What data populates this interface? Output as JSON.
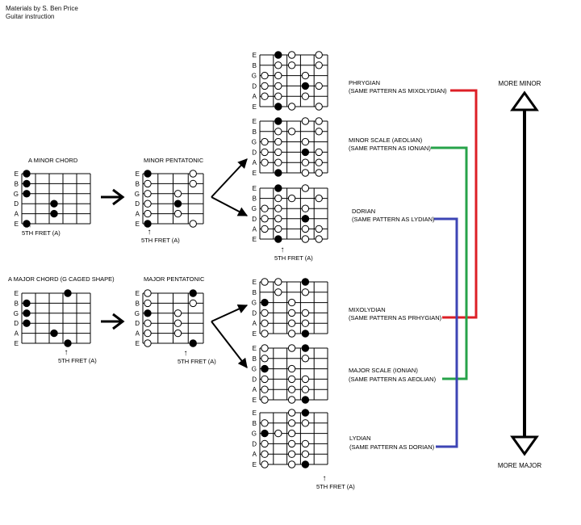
{
  "credits": [
    "Materials by S. Ben Price",
    "Guitar instruction"
  ],
  "string_names": [
    "E",
    "B",
    "G",
    "D",
    "A",
    "E"
  ],
  "diagrams": [
    {
      "id": "a-minor-chord",
      "title": "A MINOR CHORD",
      "fret_label": "5TH FRET (A)",
      "filled": [
        [
          0,
          0
        ],
        [
          1,
          0
        ],
        [
          2,
          0
        ],
        [
          3,
          2
        ],
        [
          4,
          2
        ],
        [
          5,
          0
        ]
      ],
      "open": []
    },
    {
      "id": "minor-pentatonic",
      "title": "MINOR PENTATONIC",
      "fret_label": "5TH FRET (A)",
      "filled": [
        [
          0,
          0
        ],
        [
          3,
          2
        ],
        [
          5,
          0
        ]
      ],
      "open": [
        [
          0,
          3
        ],
        [
          1,
          0
        ],
        [
          1,
          3
        ],
        [
          2,
          0
        ],
        [
          2,
          2
        ],
        [
          3,
          0
        ],
        [
          4,
          0
        ],
        [
          4,
          2
        ],
        [
          5,
          3
        ]
      ]
    },
    {
      "id": "phrygian",
      "title": "",
      "fret_label": "",
      "filled": [
        [
          0,
          1
        ],
        [
          3,
          3
        ],
        [
          5,
          1
        ]
      ],
      "open": [
        [
          0,
          2
        ],
        [
          0,
          4
        ],
        [
          1,
          1
        ],
        [
          1,
          2
        ],
        [
          1,
          4
        ],
        [
          2,
          0
        ],
        [
          2,
          1
        ],
        [
          2,
          3
        ],
        [
          3,
          0
        ],
        [
          3,
          1
        ],
        [
          3,
          4
        ],
        [
          4,
          0
        ],
        [
          4,
          1
        ],
        [
          4,
          3
        ],
        [
          5,
          2
        ],
        [
          5,
          4
        ]
      ]
    },
    {
      "id": "minor-scale",
      "title": "",
      "fret_label": "",
      "filled": [
        [
          0,
          1
        ],
        [
          3,
          3
        ],
        [
          5,
          1
        ]
      ],
      "open": [
        [
          0,
          3
        ],
        [
          0,
          4
        ],
        [
          1,
          1
        ],
        [
          1,
          2
        ],
        [
          1,
          4
        ],
        [
          2,
          0
        ],
        [
          2,
          1
        ],
        [
          2,
          3
        ],
        [
          3,
          0
        ],
        [
          3,
          1
        ],
        [
          3,
          4
        ],
        [
          4,
          0
        ],
        [
          4,
          1
        ],
        [
          4,
          3
        ],
        [
          4,
          4
        ],
        [
          5,
          3
        ],
        [
          5,
          4
        ]
      ]
    },
    {
      "id": "dorian",
      "title": "",
      "fret_label": "5TH FRET (A)",
      "filled": [
        [
          0,
          1
        ],
        [
          3,
          3
        ],
        [
          5,
          1
        ]
      ],
      "open": [
        [
          0,
          3
        ],
        [
          1,
          1
        ],
        [
          1,
          2
        ],
        [
          1,
          4
        ],
        [
          2,
          0
        ],
        [
          2,
          1
        ],
        [
          2,
          3
        ],
        [
          3,
          0
        ],
        [
          3,
          1
        ],
        [
          3,
          3
        ],
        [
          4,
          0
        ],
        [
          4,
          1
        ],
        [
          4,
          3
        ],
        [
          4,
          4
        ],
        [
          5,
          3
        ],
        [
          5,
          4
        ]
      ]
    },
    {
      "id": "a-major-chord",
      "title": "A MAJOR CHORD (G CAGED SHAPE)",
      "fret_label": "5TH FRET (A)",
      "filled": [
        [
          0,
          3
        ],
        [
          1,
          0
        ],
        [
          2,
          0
        ],
        [
          3,
          0
        ],
        [
          4,
          2
        ],
        [
          5,
          3
        ]
      ],
      "open": []
    },
    {
      "id": "major-pentatonic",
      "title": "MAJOR PENTATONIC",
      "fret_label": "5TH FRET (A)",
      "filled": [
        [
          0,
          3
        ],
        [
          2,
          0
        ],
        [
          5,
          3
        ]
      ],
      "open": [
        [
          0,
          0
        ],
        [
          1,
          0
        ],
        [
          1,
          3
        ],
        [
          2,
          2
        ],
        [
          3,
          0
        ],
        [
          3,
          2
        ],
        [
          4,
          0
        ],
        [
          4,
          2
        ],
        [
          5,
          0
        ]
      ]
    },
    {
      "id": "mixolydian",
      "title": "",
      "fret_label": "",
      "filled": [
        [
          0,
          3
        ],
        [
          2,
          0
        ],
        [
          5,
          3
        ]
      ],
      "open": [
        [
          0,
          0
        ],
        [
          0,
          1
        ],
        [
          1,
          1
        ],
        [
          1,
          3
        ],
        [
          2,
          2
        ],
        [
          3,
          0
        ],
        [
          3,
          2
        ],
        [
          3,
          3
        ],
        [
          4,
          0
        ],
        [
          4,
          2
        ],
        [
          4,
          3
        ],
        [
          5,
          0
        ],
        [
          5,
          2
        ]
      ]
    },
    {
      "id": "major-scale",
      "title": "",
      "fret_label": "",
      "filled": [
        [
          0,
          3
        ],
        [
          2,
          0
        ],
        [
          5,
          3
        ]
      ],
      "open": [
        [
          0,
          0
        ],
        [
          0,
          2
        ],
        [
          1,
          0
        ],
        [
          1,
          3
        ],
        [
          2,
          0
        ],
        [
          2,
          2
        ],
        [
          3,
          0
        ],
        [
          3,
          2
        ],
        [
          3,
          3
        ],
        [
          4,
          0
        ],
        [
          4,
          2
        ],
        [
          4,
          3
        ],
        [
          5,
          0
        ],
        [
          5,
          2
        ]
      ]
    },
    {
      "id": "lydian",
      "title": "",
      "fret_label": "5TH FRET (A)",
      "filled": [
        [
          0,
          3
        ],
        [
          2,
          0
        ],
        [
          5,
          3
        ]
      ],
      "open": [
        [
          0,
          2
        ],
        [
          1,
          0
        ],
        [
          1,
          2
        ],
        [
          1,
          3
        ],
        [
          2,
          1
        ],
        [
          2,
          2
        ],
        [
          3,
          0
        ],
        [
          3,
          2
        ],
        [
          3,
          3
        ],
        [
          4,
          0
        ],
        [
          4,
          2
        ],
        [
          4,
          3
        ],
        [
          5,
          0
        ],
        [
          5,
          2
        ]
      ]
    }
  ],
  "modes": [
    {
      "id": "phrygian",
      "name": "PHRYGIAN",
      "note": "(SAME PATTERN AS MIXOLYDIAN)",
      "color": "#dd1f26"
    },
    {
      "id": "minor-scale",
      "name": "MINOR SCALE (AEOLIAN)",
      "note": "(SAME PATTERN AS IONIAN)",
      "color": "#27a34a"
    },
    {
      "id": "dorian",
      "name": "DORIAN",
      "note": "(SAME PATTERN AS LYDIAN)",
      "color": "#3d45b5"
    },
    {
      "id": "mixolydian",
      "name": "MIXOLYDIAN",
      "note": "(SAME PATTERN AS PRHYGIAN)",
      "color": "#dd1f26"
    },
    {
      "id": "major-scale",
      "name": "MAJOR SCALE (IONIAN)",
      "note": "(SAME PATTERN AS AEOLIAN)",
      "color": "#27a34a"
    },
    {
      "id": "lydian",
      "name": "LYDIAN",
      "note": "(SAME PATTERN AS DORIAN)",
      "color": "#3d45b5"
    }
  ],
  "scale_axis": {
    "top_label": "MORE MINOR",
    "bottom_label": "MORE MAJOR"
  },
  "arrow_symbol": "↑",
  "connector_colors": {
    "red": "#dd1f26",
    "green": "#27a34a",
    "blue": "#3d45b5"
  }
}
